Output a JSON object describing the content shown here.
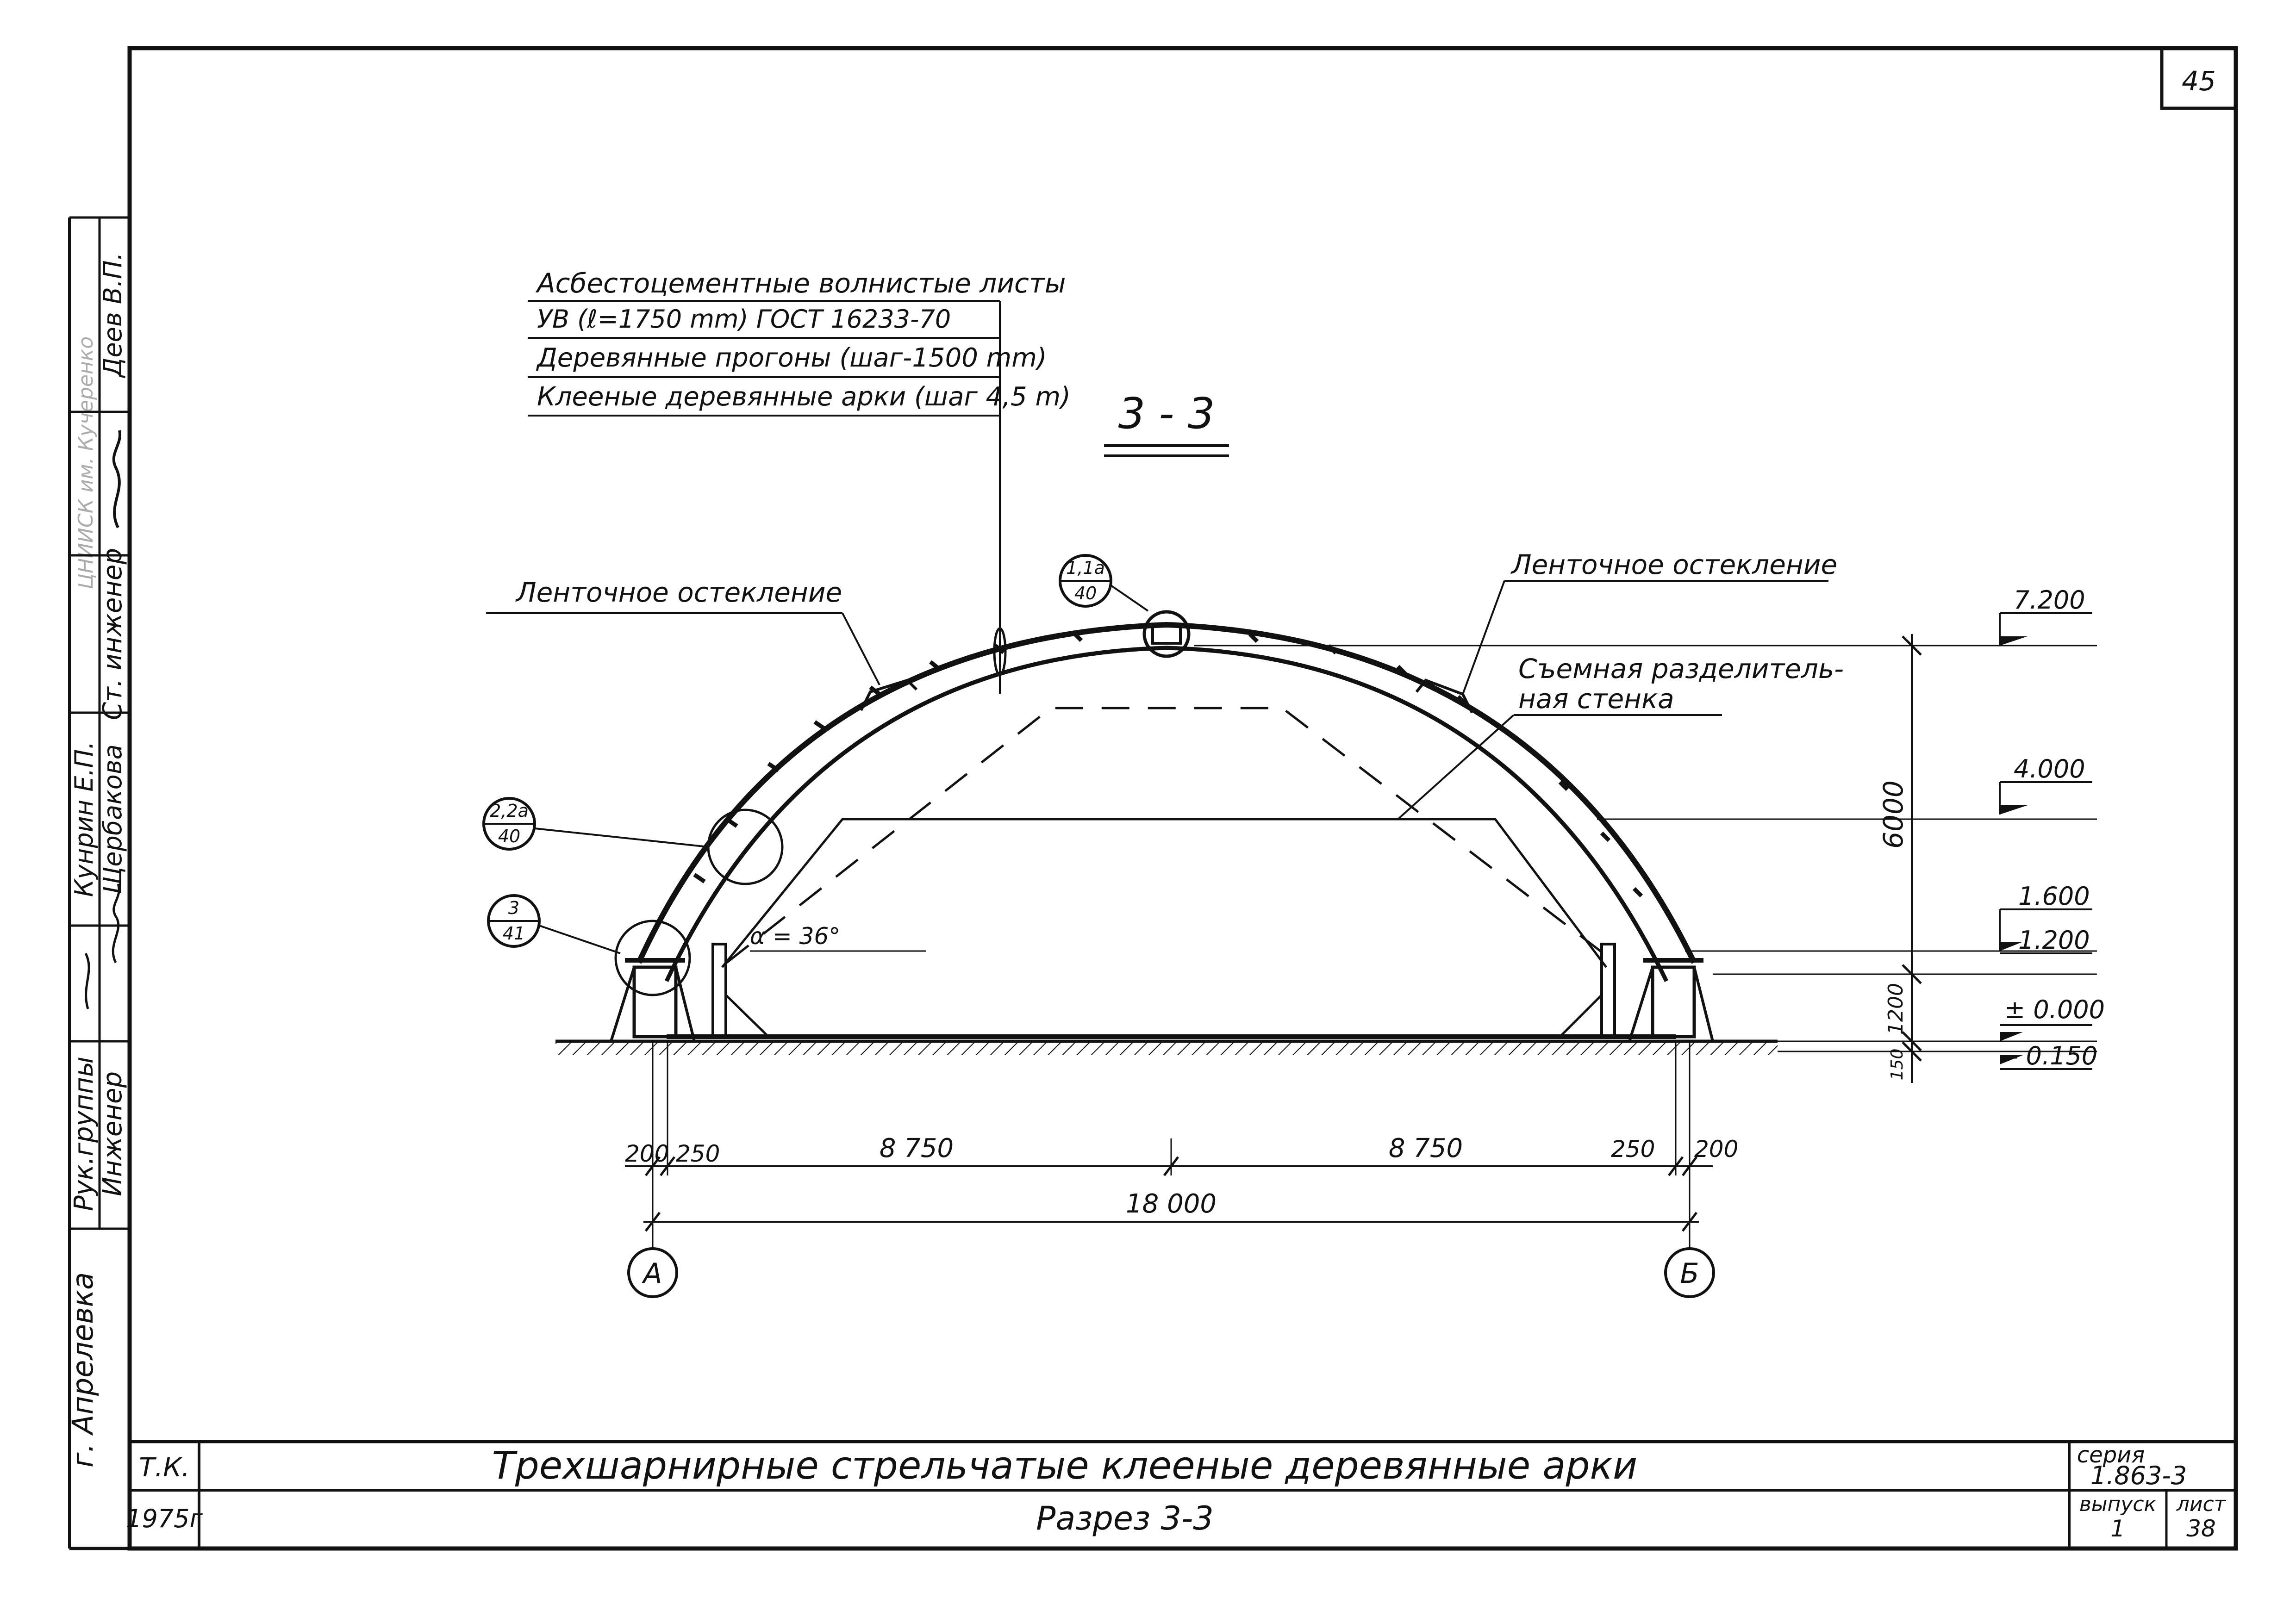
{
  "sheet_number": "45",
  "section_title": "3 - 3",
  "callouts": {
    "roof_line1": "Асбестоцементные волнистые листы",
    "roof_line2": "УВ (ℓ=1750 mm) ГОСТ 16233-70",
    "purlins": "Деревянные прогоны (шаг-1500 mm)",
    "arches": "Клееные деревянные арки (шаг 4,5 m)",
    "glazing_left": "Ленточное остекление",
    "glazing_right": "Ленточное остекление",
    "partition_line1": "Съемная разделитель-",
    "partition_line2": "ная стенка",
    "angle": "α = 36°"
  },
  "node_refs": [
    {
      "top": "1,1а",
      "bottom": "40"
    },
    {
      "top": "2,2а",
      "bottom": "40"
    },
    {
      "top": "3",
      "bottom": "41"
    }
  ],
  "levels": [
    "7.200",
    "4.000",
    "1.600",
    "1.200",
    "± 0.000",
    "- 0.150"
  ],
  "vertical_dims": {
    "height": "6000",
    "lower": "1200",
    "footing": "150"
  },
  "horizontal_dims": {
    "left_outer": "200",
    "left_inner": "250",
    "left_half": "8 750",
    "right_half": "8 750",
    "right_inner": "250",
    "right_outer": "200",
    "span": "18 000"
  },
  "axes": {
    "left": "А",
    "right": "Б"
  },
  "side_stamp": {
    "city": "г. Апрелевка",
    "roles": [
      "Рук.группы",
      "Инженер",
      "Ст. инженер"
    ],
    "names": [
      "Кунрин Е.П.",
      "Щербакова",
      "Деев В.П."
    ],
    "faded": "ЦНИИСК им. Кучеренко"
  },
  "title_block": {
    "org": "Т.К.",
    "year": "1975г",
    "title": "Трехшарнирные стрельчатые клееные деревянные арки",
    "subtitle": "Разрез 3-3",
    "series_label": "серия",
    "series_value": "1.863-3",
    "issue_label": "выпуск",
    "issue_value": "1",
    "sheet_label": "лист",
    "sheet_value": "38"
  }
}
